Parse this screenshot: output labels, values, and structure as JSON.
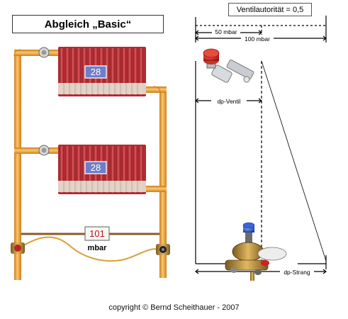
{
  "title": "Abgleich „Basic“",
  "valve_authority": "Ventilautorität = 0,5",
  "dimensions": {
    "half_label": "50 mbar",
    "full_label": "100 mbar",
    "valve_label": "dp-Ventil",
    "strang_label": "dp-Strang"
  },
  "radiators": [
    {
      "display": "28"
    },
    {
      "display": "28"
    }
  ],
  "gauge": {
    "value": "101",
    "unit": "mbar"
  },
  "copyright": "copyright © Bernd Scheithauer - 2007",
  "colors": {
    "pipe": "#F2A43A",
    "radiator": "#C9333A",
    "display": "#6E7EC8",
    "gauge_digits": "#B0141E",
    "return_pipe": "#8B5A2B"
  },
  "icons": [
    "thermostatic-valve-icon",
    "differential-pressure-valve-icon"
  ]
}
